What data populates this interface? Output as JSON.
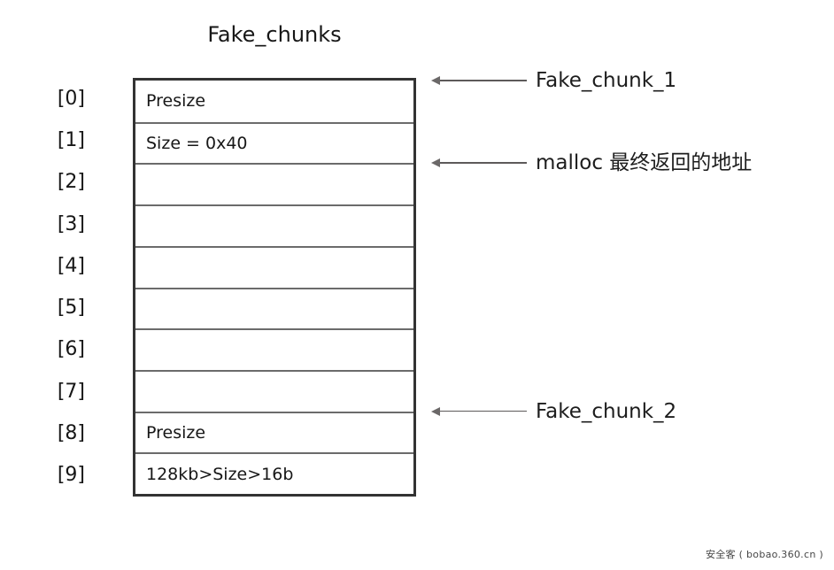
{
  "diagram": {
    "title": "Fake_chunks",
    "type": "memory-layout-diagram",
    "colors": {
      "background": "#ffffff",
      "table_outer_border": "#333333",
      "table_inner_divider": "#6b6b6b",
      "text": "#171717",
      "arrow": "#6b6868",
      "watermark": "#3b3b3b"
    }
  },
  "table": {
    "row_count": 10,
    "index_labels": [
      "[0]",
      "[1]",
      "[2]",
      "[3]",
      "[4]",
      "[5]",
      "[6]",
      "[7]",
      "[8]",
      "[9]"
    ],
    "rows": [
      {
        "index": "[0]",
        "value": "Presize"
      },
      {
        "index": "[1]",
        "value": "Size = 0x40"
      },
      {
        "index": "[2]",
        "value": ""
      },
      {
        "index": "[3]",
        "value": ""
      },
      {
        "index": "[4]",
        "value": ""
      },
      {
        "index": "[5]",
        "value": ""
      },
      {
        "index": "[6]",
        "value": ""
      },
      {
        "index": "[7]",
        "value": ""
      },
      {
        "index": "[8]",
        "value": "Presize"
      },
      {
        "index": "[9]",
        "value": "128kb>Size>16b"
      }
    ]
  },
  "callouts": [
    {
      "label": "Fake_chunk_1",
      "target_row_index": "[0]",
      "anchor": "top-of-row-0",
      "icon": "left-arrow-icon"
    },
    {
      "label": "malloc 最终返回的地址",
      "target_row_index": "[2]",
      "anchor": "top-of-row-2",
      "icon": "left-arrow-icon"
    },
    {
      "label": "Fake_chunk_2",
      "target_row_index": "[8]",
      "anchor": "top-of-row-8",
      "icon": "left-arrow-icon"
    }
  ],
  "watermark": {
    "text": "安全客 ( bobao.360.cn )"
  }
}
